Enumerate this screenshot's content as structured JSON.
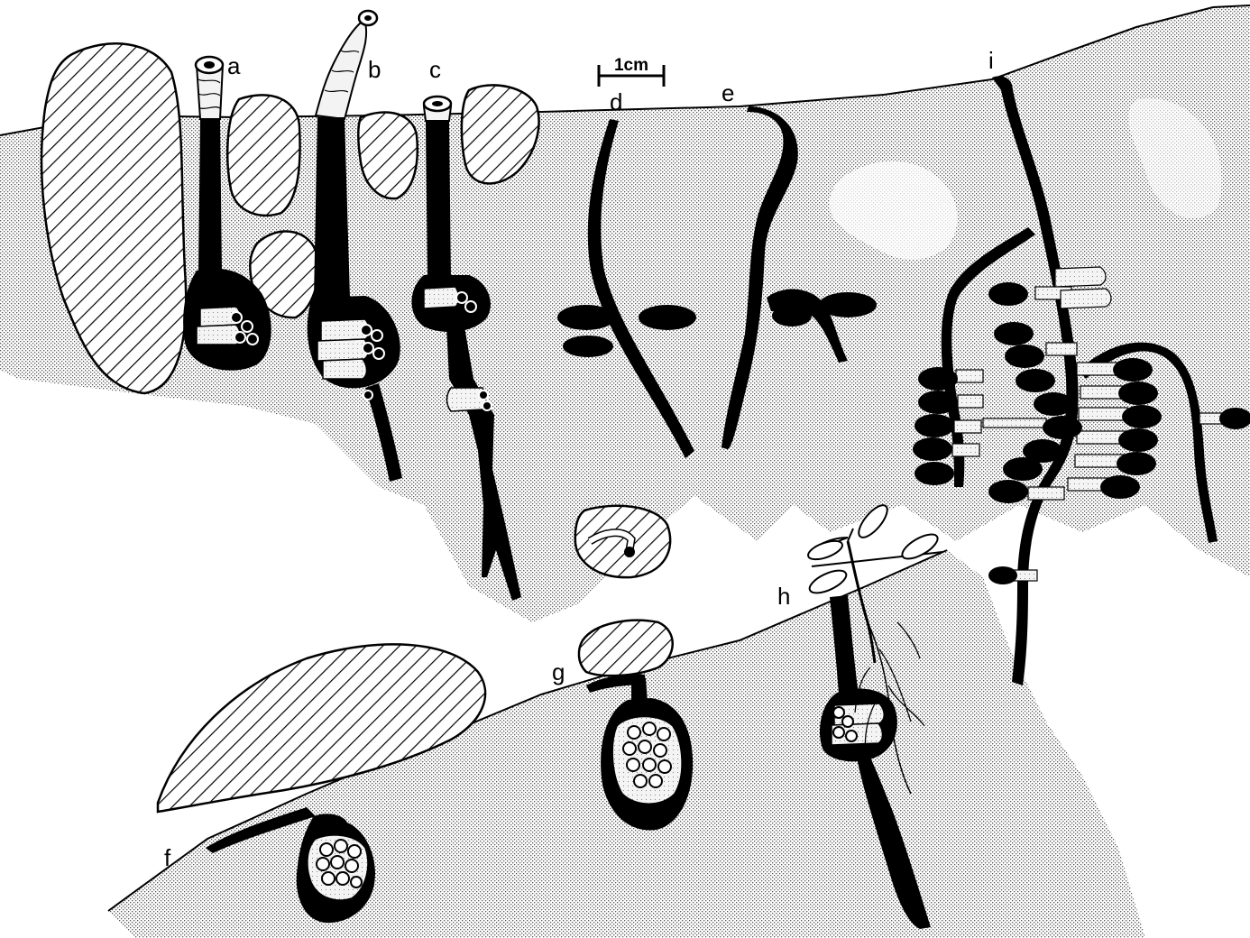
{
  "figure": {
    "scale_bar": {
      "label": "1cm"
    },
    "burrow_labels": [
      "a",
      "b",
      "c",
      "d",
      "e",
      "f",
      "g",
      "h",
      "i"
    ]
  }
}
